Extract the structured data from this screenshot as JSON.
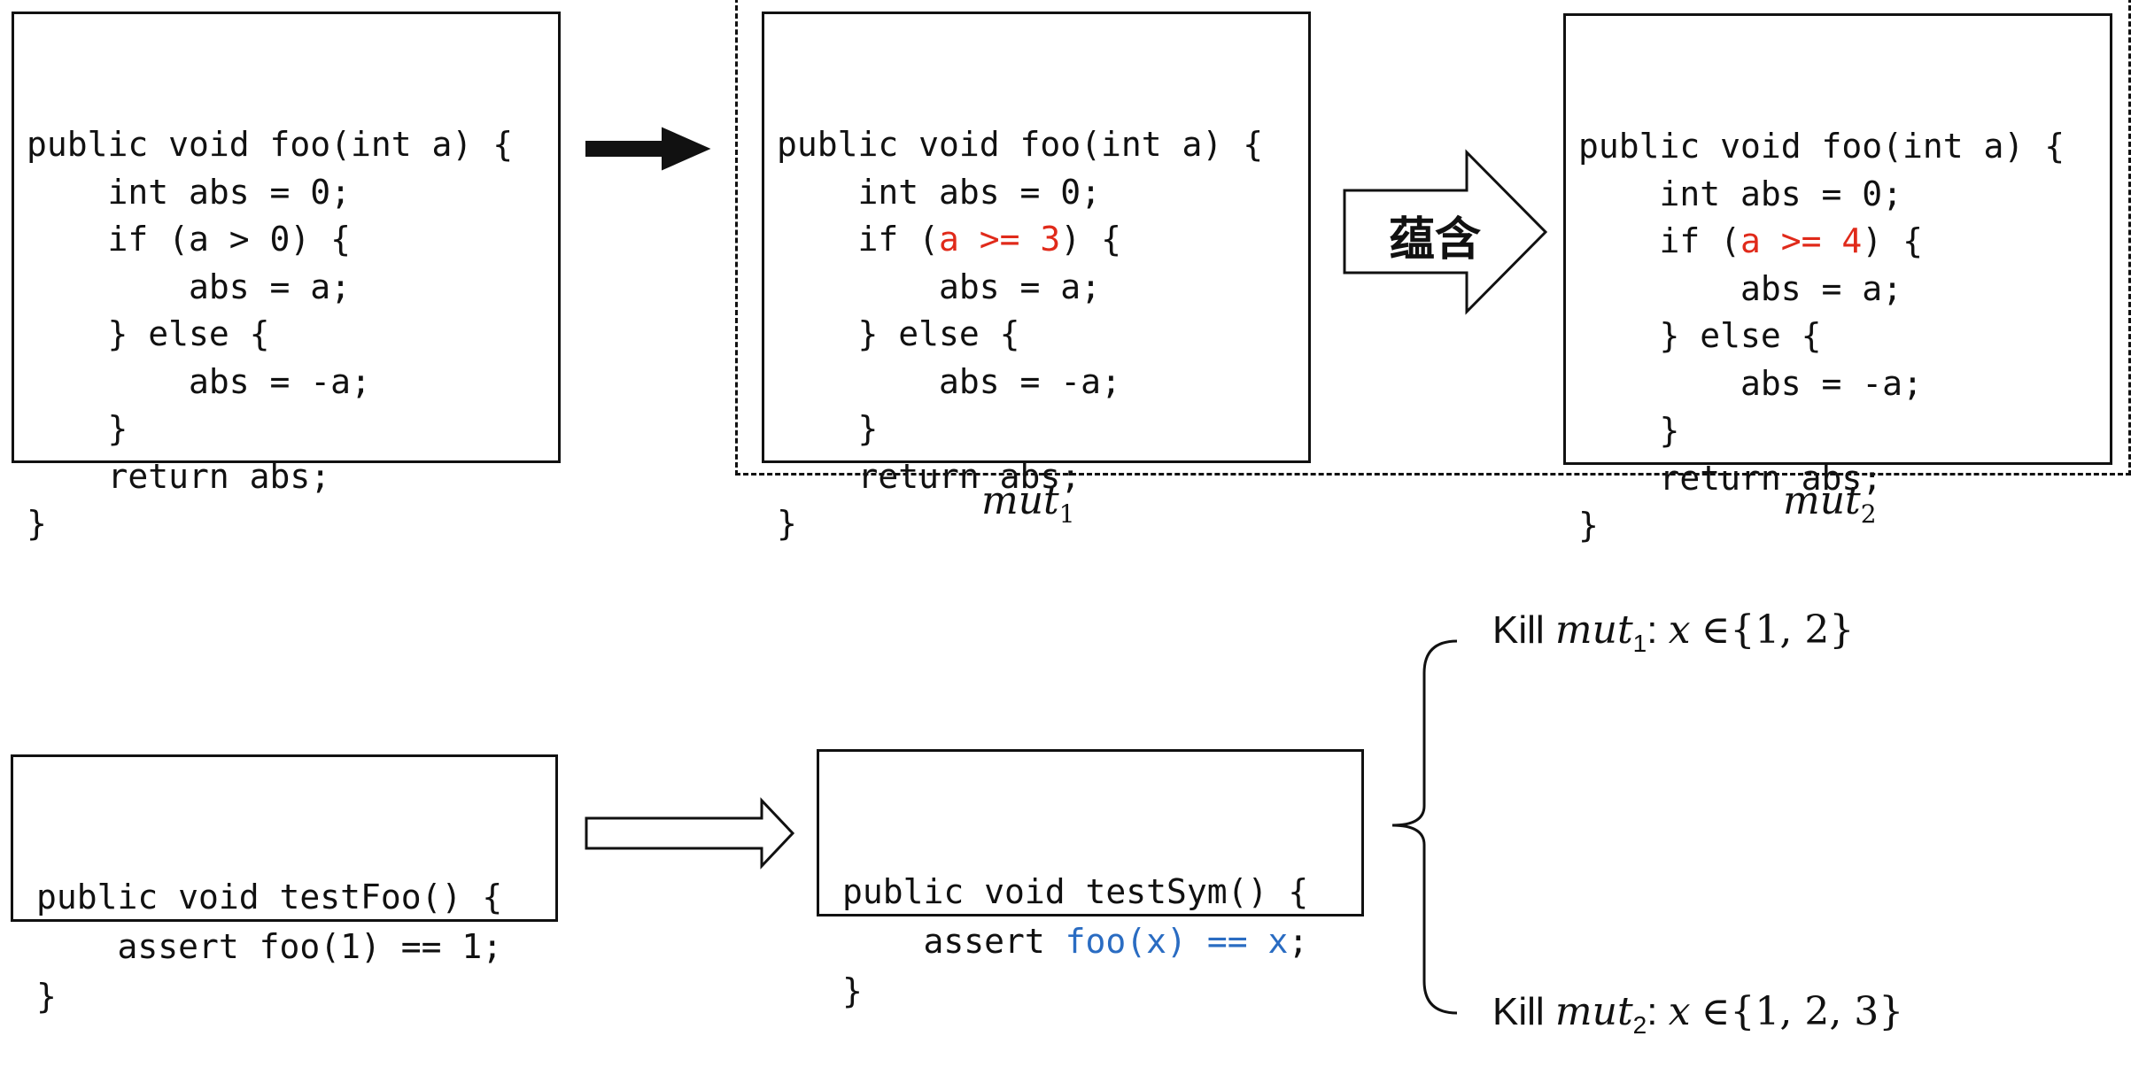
{
  "original_code": [
    "public void foo(int a) {",
    "    int abs = 0;",
    "    if (a > 0) {",
    "        abs = a;",
    "    } else {",
    "        abs = -a;",
    "    }",
    "    return abs;",
    "}"
  ],
  "mutant1": {
    "label": "mut",
    "subscript": "1",
    "line1": "public void foo(int a) {",
    "line2": "    int abs = 0;",
    "line3_pre": "    if (",
    "line3_cond": "a >= 3",
    "line3_post": ") {",
    "line4": "        abs = a;",
    "line5": "    } else {",
    "line6": "        abs = -a;",
    "line7": "    }",
    "line8": "    return abs;",
    "line9": "}"
  },
  "mutant2": {
    "label": "mut",
    "subscript": "2",
    "line1": "public void foo(int a) {",
    "line2": "    int abs = 0;",
    "line3_pre": "    if (",
    "line3_cond": "a >= 4",
    "line3_post": ") {",
    "line4": "        abs = a;",
    "line5": "    } else {",
    "line6": "        abs = -a;",
    "line7": "    }",
    "line8": "    return abs;",
    "line9": "}"
  },
  "implies_label": "蕴含",
  "test_original": {
    "line1": "public void testFoo() {",
    "line2": "    assert foo(1) == 1;",
    "line3": "}"
  },
  "test_symbolic": {
    "line1": "public void testSym() {",
    "line2_pre": "    assert ",
    "line2_expr": "foo(x) == x",
    "line2_post": ";",
    "line3": "}"
  },
  "kill1": {
    "kill": "Kill",
    "mut": "mut",
    "sub": "1",
    "colon": ":",
    "var": "x",
    "elem": "∈",
    "set": "{1,  2}"
  },
  "kill2": {
    "kill": "Kill",
    "mut": "mut",
    "sub": "2",
    "colon": ":",
    "var": "x",
    "elem": "∈",
    "set": "{1,  2,  3}"
  },
  "colors": {
    "mutation": "#e02a1a",
    "symbolic": "#2a6cc2",
    "stroke": "#111111"
  }
}
